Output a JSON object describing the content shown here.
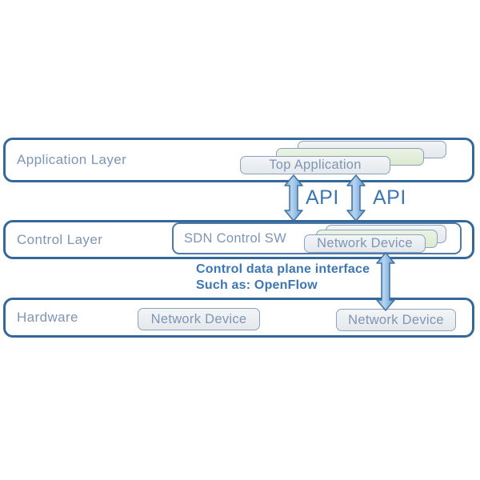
{
  "layers": {
    "application": {
      "label": "Application Layer"
    },
    "control": {
      "label": "Control Layer",
      "sdn_box_label": "SDN Control SW",
      "device_stack_label": "Network Device"
    },
    "hardware": {
      "label": "Hardware",
      "device_left_label": "Network Device",
      "device_right_label": "Network Device"
    }
  },
  "application_stack": {
    "front_label": "Top Application"
  },
  "annotations": {
    "api_label_left": "API",
    "api_label_right": "API",
    "interface_line1": "Control data plane interface",
    "interface_line2": "Such as: OpenFlow"
  },
  "colors": {
    "layer_border": "#34689b",
    "box_label_text": "#7e95b3",
    "accent_text": "#3c77b5",
    "arrow_fill": "#5b9bd5",
    "arrow_border": "#41719c",
    "green_box_fill": "#e3efda",
    "gray_box_fill": "#eceef1"
  }
}
